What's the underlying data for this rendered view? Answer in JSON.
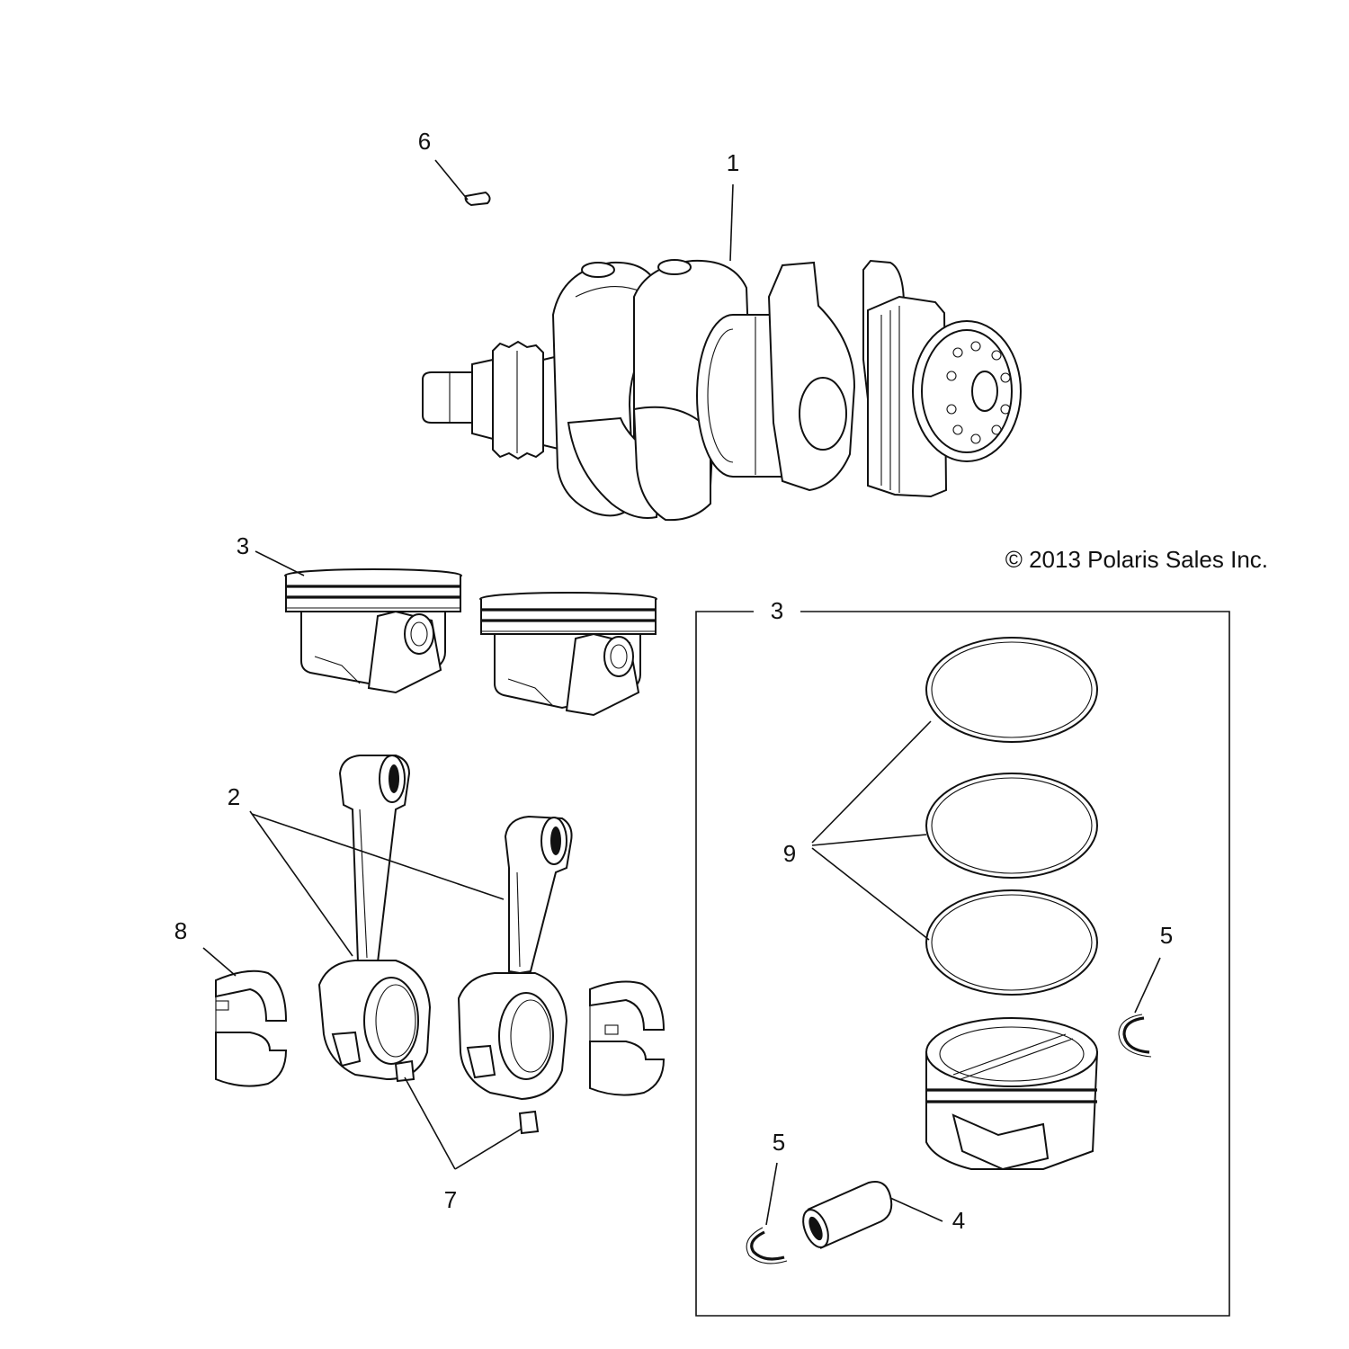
{
  "diagram": {
    "copyright": "© 2013 Polaris Sales Inc.",
    "callouts": {
      "crankshaft": "1",
      "connecting_rod": "2",
      "piston_assembly": "3",
      "piston_kit_box": "3",
      "piston_pin": "4",
      "circlip_right": "5",
      "circlip_left": "5",
      "woodruff_key": "6",
      "rod_bolt": "7",
      "rod_bearing": "8",
      "piston_rings": "9"
    }
  }
}
